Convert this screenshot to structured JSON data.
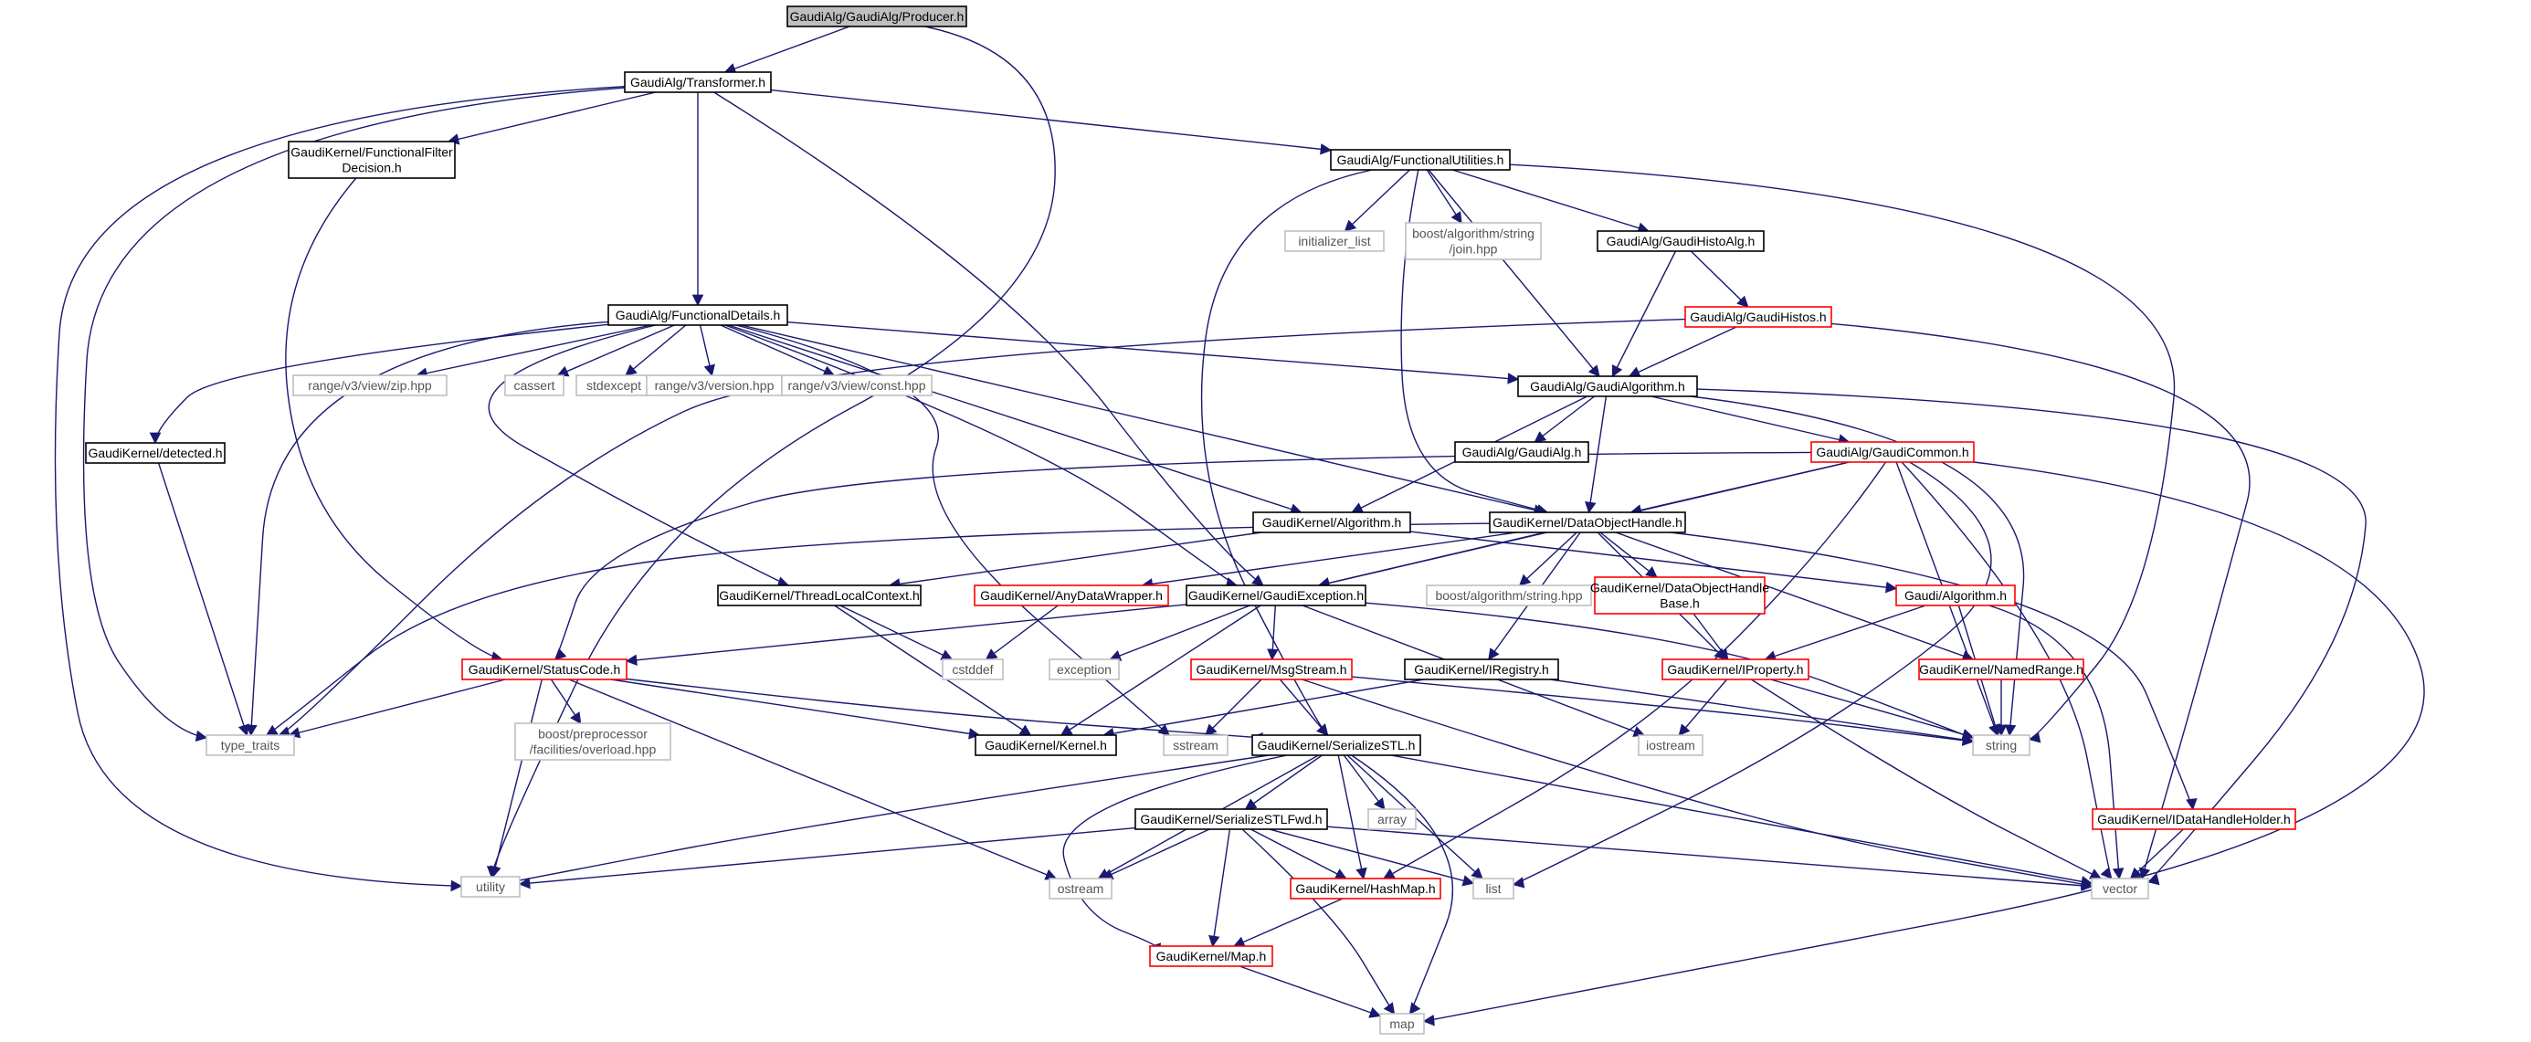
{
  "colors": {
    "edge": "#191970",
    "red_border": "#ff0000",
    "gray_border": "#bfbfbf",
    "root_fill": "#bfbfbf"
  },
  "nodes": [
    {
      "id": "producer",
      "label": [
        "GaudiAlg/GaudiAlg/Producer.h"
      ],
      "style": "root"
    },
    {
      "id": "transformer",
      "label": [
        "GaudiAlg/Transformer.h"
      ],
      "style": "normal"
    },
    {
      "id": "filterdecision",
      "label": [
        "GaudiKernel/FunctionalFilter",
        "Decision.h"
      ],
      "style": "normal"
    },
    {
      "id": "funcutil",
      "label": [
        "GaudiAlg/FunctionalUtilities.h"
      ],
      "style": "normal"
    },
    {
      "id": "initlist",
      "label": [
        "initializer_list"
      ],
      "style": "gray"
    },
    {
      "id": "boostjoin",
      "label": [
        "boost/algorithm/string",
        "/join.hpp"
      ],
      "style": "gray"
    },
    {
      "id": "gaudihistoalg",
      "label": [
        "GaudiAlg/GaudiHistoAlg.h"
      ],
      "style": "normal"
    },
    {
      "id": "gaudihistos",
      "label": [
        "GaudiAlg/GaudiHistos.h"
      ],
      "style": "red"
    },
    {
      "id": "funcdetails",
      "label": [
        "GaudiAlg/FunctionalDetails.h"
      ],
      "style": "normal"
    },
    {
      "id": "rv3zip",
      "label": [
        "range/v3/view/zip.hpp"
      ],
      "style": "gray"
    },
    {
      "id": "cassert",
      "label": [
        "cassert"
      ],
      "style": "gray"
    },
    {
      "id": "stdexcept",
      "label": [
        "stdexcept"
      ],
      "style": "gray"
    },
    {
      "id": "rv3version",
      "label": [
        "range/v3/version.hpp"
      ],
      "style": "gray"
    },
    {
      "id": "rv3const",
      "label": [
        "range/v3/view/const.hpp"
      ],
      "style": "gray"
    },
    {
      "id": "gaudialgorithm",
      "label": [
        "GaudiAlg/GaudiAlgorithm.h"
      ],
      "style": "normal"
    },
    {
      "id": "gaudialgh",
      "label": [
        "GaudiAlg/GaudiAlg.h"
      ],
      "style": "normal"
    },
    {
      "id": "gaudicommon",
      "label": [
        "GaudiAlg/GaudiCommon.h"
      ],
      "style": "red"
    },
    {
      "id": "detected",
      "label": [
        "GaudiKernel/detected.h"
      ],
      "style": "normal"
    },
    {
      "id": "kalgorithm",
      "label": [
        "GaudiKernel/Algorithm.h"
      ],
      "style": "normal"
    },
    {
      "id": "dataobjhandle",
      "label": [
        "GaudiKernel/DataObjectHandle.h"
      ],
      "style": "normal"
    },
    {
      "id": "threadlocal",
      "label": [
        "GaudiKernel/ThreadLocalContext.h"
      ],
      "style": "normal"
    },
    {
      "id": "anydatawrapper",
      "label": [
        "GaudiKernel/AnyDataWrapper.h"
      ],
      "style": "red"
    },
    {
      "id": "gaudiexception",
      "label": [
        "GaudiKernel/GaudiException.h"
      ],
      "style": "normal"
    },
    {
      "id": "boostalgstring",
      "label": [
        "boost/algorithm/string.hpp"
      ],
      "style": "gray"
    },
    {
      "id": "dohbase",
      "label": [
        "GaudiKernel/DataObjectHandle",
        "Base.h"
      ],
      "style": "red"
    },
    {
      "id": "gaudialgorithm2",
      "label": [
        "Gaudi/Algorithm.h"
      ],
      "style": "red"
    },
    {
      "id": "statuscode",
      "label": [
        "GaudiKernel/StatusCode.h"
      ],
      "style": "red"
    },
    {
      "id": "cstddef",
      "label": [
        "cstddef"
      ],
      "style": "gray"
    },
    {
      "id": "exception",
      "label": [
        "exception"
      ],
      "style": "gray"
    },
    {
      "id": "msgstream",
      "label": [
        "GaudiKernel/MsgStream.h"
      ],
      "style": "red"
    },
    {
      "id": "iregistry",
      "label": [
        "GaudiKernel/IRegistry.h"
      ],
      "style": "normal"
    },
    {
      "id": "iproperty",
      "label": [
        "GaudiKernel/IProperty.h"
      ],
      "style": "red"
    },
    {
      "id": "namedrange",
      "label": [
        "GaudiKernel/NamedRange.h"
      ],
      "style": "red"
    },
    {
      "id": "typetraits",
      "label": [
        "type_traits"
      ],
      "style": "gray"
    },
    {
      "id": "boostpp",
      "label": [
        "boost/preprocessor",
        "/facilities/overload.hpp"
      ],
      "style": "gray"
    },
    {
      "id": "kernel",
      "label": [
        "GaudiKernel/Kernel.h"
      ],
      "style": "normal"
    },
    {
      "id": "sstream",
      "label": [
        "sstream"
      ],
      "style": "gray"
    },
    {
      "id": "serializestl",
      "label": [
        "GaudiKernel/SerializeSTL.h"
      ],
      "style": "normal"
    },
    {
      "id": "iostream",
      "label": [
        "iostream"
      ],
      "style": "gray"
    },
    {
      "id": "string",
      "label": [
        "string"
      ],
      "style": "gray"
    },
    {
      "id": "array",
      "label": [
        "array"
      ],
      "style": "gray"
    },
    {
      "id": "serializestlfwd",
      "label": [
        "GaudiKernel/SerializeSTLFwd.h"
      ],
      "style": "normal"
    },
    {
      "id": "idatahandleholder",
      "label": [
        "GaudiKernel/IDataHandleHolder.h"
      ],
      "style": "red"
    },
    {
      "id": "utility",
      "label": [
        "utility"
      ],
      "style": "gray"
    },
    {
      "id": "ostream",
      "label": [
        "ostream"
      ],
      "style": "gray"
    },
    {
      "id": "hashmap",
      "label": [
        "GaudiKernel/HashMap.h"
      ],
      "style": "red"
    },
    {
      "id": "list",
      "label": [
        "list"
      ],
      "style": "gray"
    },
    {
      "id": "vector",
      "label": [
        "vector"
      ],
      "style": "gray"
    },
    {
      "id": "map_h",
      "label": [
        "GaudiKernel/Map.h"
      ],
      "style": "red"
    },
    {
      "id": "map",
      "label": [
        "map"
      ],
      "style": "gray"
    }
  ],
  "edges": [
    [
      "producer",
      "transformer"
    ],
    [
      "producer",
      "utility"
    ],
    [
      "transformer",
      "filterdecision"
    ],
    [
      "transformer",
      "funcutil"
    ],
    [
      "transformer",
      "funcdetails"
    ],
    [
      "transformer",
      "gaudiexception"
    ],
    [
      "transformer",
      "typetraits"
    ],
    [
      "transformer",
      "utility"
    ],
    [
      "filterdecision",
      "statuscode"
    ],
    [
      "funcutil",
      "initlist"
    ],
    [
      "funcutil",
      "boostjoin"
    ],
    [
      "funcutil",
      "gaudihistoalg"
    ],
    [
      "funcutil",
      "gaudialgorithm"
    ],
    [
      "funcutil",
      "dataobjhandle"
    ],
    [
      "funcutil",
      "string"
    ],
    [
      "funcutil",
      "serializestl"
    ],
    [
      "gaudihistoalg",
      "gaudihistos"
    ],
    [
      "gaudihistoalg",
      "gaudialgorithm"
    ],
    [
      "gaudihistos",
      "gaudialgorithm"
    ],
    [
      "gaudihistos",
      "vector"
    ],
    [
      "gaudihistos",
      "typetraits"
    ],
    [
      "funcdetails",
      "rv3zip"
    ],
    [
      "funcdetails",
      "cassert"
    ],
    [
      "funcdetails",
      "stdexcept"
    ],
    [
      "funcdetails",
      "rv3version"
    ],
    [
      "funcdetails",
      "rv3const"
    ],
    [
      "funcdetails",
      "gaudialgorithm"
    ],
    [
      "funcdetails",
      "detected"
    ],
    [
      "funcdetails",
      "kalgorithm"
    ],
    [
      "funcdetails",
      "dataobjhandle"
    ],
    [
      "funcdetails",
      "threadlocal"
    ],
    [
      "funcdetails",
      "gaudiexception"
    ],
    [
      "funcdetails",
      "typetraits"
    ],
    [
      "funcdetails",
      "sstream"
    ],
    [
      "gaudialgorithm",
      "gaudialgh"
    ],
    [
      "gaudialgorithm",
      "gaudicommon"
    ],
    [
      "gaudialgorithm",
      "kalgorithm"
    ],
    [
      "gaudialgorithm",
      "dataobjhandle"
    ],
    [
      "gaudialgorithm",
      "vector"
    ],
    [
      "gaudialgorithm",
      "string"
    ],
    [
      "gaudicommon",
      "dataobjhandle"
    ],
    [
      "gaudicommon",
      "gaudiexception"
    ],
    [
      "gaudicommon",
      "statuscode"
    ],
    [
      "gaudicommon",
      "string"
    ],
    [
      "gaudicommon",
      "vector"
    ],
    [
      "gaudicommon",
      "list"
    ],
    [
      "gaudicommon",
      "map"
    ],
    [
      "gaudicommon",
      "hashmap"
    ],
    [
      "detected",
      "typetraits"
    ],
    [
      "kalgorithm",
      "gaudialgorithm2"
    ],
    [
      "kalgorithm",
      "threadlocal"
    ],
    [
      "dataobjhandle",
      "anydatawrapper"
    ],
    [
      "dataobjhandle",
      "gaudiexception"
    ],
    [
      "dataobjhandle",
      "boostalgstring"
    ],
    [
      "dataobjhandle",
      "dohbase"
    ],
    [
      "dataobjhandle",
      "iregistry"
    ],
    [
      "dataobjhandle",
      "iproperty"
    ],
    [
      "dataobjhandle",
      "namedrange"
    ],
    [
      "dataobjhandle",
      "idatahandleholder"
    ],
    [
      "dataobjhandle",
      "typetraits"
    ],
    [
      "threadlocal",
      "cstddef"
    ],
    [
      "threadlocal",
      "kernel"
    ],
    [
      "anydatawrapper",
      "cstddef"
    ],
    [
      "gaudiexception",
      "statuscode"
    ],
    [
      "gaudiexception",
      "exception"
    ],
    [
      "gaudiexception",
      "msgstream"
    ],
    [
      "gaudiexception",
      "kernel"
    ],
    [
      "gaudiexception",
      "iostream"
    ],
    [
      "gaudiexception",
      "string"
    ],
    [
      "dohbase",
      "iproperty"
    ],
    [
      "gaudialgorithm2",
      "iproperty"
    ],
    [
      "gaudialgorithm2",
      "string"
    ],
    [
      "gaudialgorithm2",
      "vector"
    ],
    [
      "statuscode",
      "typetraits"
    ],
    [
      "statuscode",
      "boostpp"
    ],
    [
      "statuscode",
      "kernel"
    ],
    [
      "statuscode",
      "ostream"
    ],
    [
      "statuscode",
      "utility"
    ],
    [
      "statuscode",
      "serializestl"
    ],
    [
      "msgstream",
      "sstream"
    ],
    [
      "msgstream",
      "serializestl"
    ],
    [
      "msgstream",
      "string"
    ],
    [
      "msgstream",
      "vector"
    ],
    [
      "iregistry",
      "kernel"
    ],
    [
      "iregistry",
      "string"
    ],
    [
      "iproperty",
      "iostream"
    ],
    [
      "iproperty",
      "string"
    ],
    [
      "iproperty",
      "vector"
    ],
    [
      "namedrange",
      "string"
    ],
    [
      "serializestl",
      "array"
    ],
    [
      "serializestl",
      "serializestlfwd"
    ],
    [
      "serializestl",
      "utility"
    ],
    [
      "serializestl",
      "ostream"
    ],
    [
      "serializestl",
      "hashmap"
    ],
    [
      "serializestl",
      "list"
    ],
    [
      "serializestl",
      "vector"
    ],
    [
      "serializestl",
      "map"
    ],
    [
      "serializestl",
      "map_h"
    ],
    [
      "serializestlfwd",
      "utility"
    ],
    [
      "serializestlfwd",
      "ostream"
    ],
    [
      "serializestlfwd",
      "hashmap"
    ],
    [
      "serializestlfwd",
      "list"
    ],
    [
      "serializestlfwd",
      "vector"
    ],
    [
      "serializestlfwd",
      "map"
    ],
    [
      "serializestlfwd",
      "map_h"
    ],
    [
      "idatahandleholder",
      "vector"
    ],
    [
      "hashmap",
      "map_h"
    ],
    [
      "map_h",
      "map"
    ]
  ]
}
